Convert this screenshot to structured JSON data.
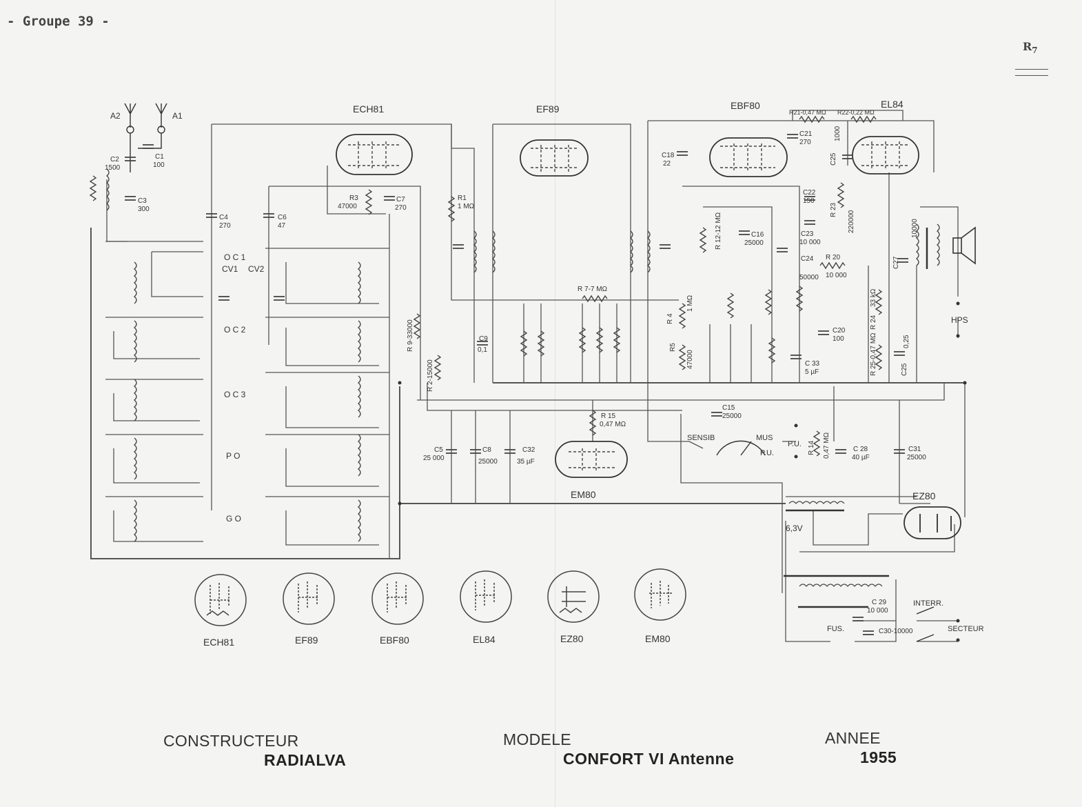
{
  "header": {
    "group": "- Groupe 39 -",
    "sheet_letter": "R",
    "sheet_number": "7"
  },
  "tubes": {
    "ech81": "ECH81",
    "ef89": "EF89",
    "ebf80": "EBF80",
    "el84": "EL84",
    "em80": "EM80",
    "ez80": "EZ80"
  },
  "labels": {
    "a1": "A1",
    "a2": "A2",
    "c1": "C1",
    "c1v": "100",
    "c2": "C2",
    "c2v": "1500",
    "c3": "C3",
    "c3v": "300",
    "c4": "C4",
    "c4v": "270",
    "c6": "C6",
    "c6v": "47",
    "c7": "C7",
    "c7v": "270",
    "r3": "R3",
    "r3v": "47000",
    "r1": "R1",
    "r1v": "1 MΩ",
    "c18": "C18",
    "c18v": "22",
    "c21": "C21",
    "c21v": "270",
    "r21": "R21-0,47 MΩ",
    "r22": "R22-0,22 MΩ",
    "c25": "C25",
    "c25v": "1000",
    "oc1": "O C 1",
    "cv1": "CV1",
    "cv2": "CV2",
    "oc2": "O C 2",
    "oc3": "O C 3",
    "po": "P O",
    "go": "G O",
    "r7": "R 7-7 MΩ",
    "c9": "C9",
    "c9v": "0,1",
    "r4": "R 4",
    "r4v": "1 MΩ",
    "r5": "R5",
    "r5v": "47000",
    "c16": "C16",
    "c16v": "25000",
    "r12": "R 12-12 MΩ",
    "c23": "C23",
    "c23v": "10 000",
    "c22": "C22",
    "c22v": "150",
    "r23": "R 23",
    "r23v": "220000",
    "c24": "C24",
    "c24v": "50000",
    "r20": "R 20",
    "r20v": "10 000",
    "c20": "C20",
    "c20v": "100",
    "c33": "C 33",
    "c33v": "5 µF",
    "c27": "C27",
    "c27v": "10000",
    "r24": "R 24",
    "r24v": "33 kΩ",
    "r25": "R 25-0,47 MΩ",
    "c25b": "C25",
    "c25bv": "0,25",
    "r9": "R 9-33000",
    "r2": "R 2-15000",
    "c15": "C15",
    "c15v": "25000",
    "r15": "R 15",
    "r15v": "0,47 MΩ",
    "sensib": "SENSIB",
    "mus": "MUS",
    "pu": "P.U.",
    "pu2": "P.U.",
    "r14": "R 14",
    "r14v": "0,47 MΩ",
    "c28": "C 28",
    "c28v": "40 µF",
    "c31": "C31",
    "c31v": "25000",
    "hps": "HPS",
    "c5": "C5",
    "c5v": "25 000",
    "c8": "C8",
    "c8v": "25000",
    "c32": "C32",
    "c32v": "35 µF",
    "v63": "6,3V",
    "c29": "C 29",
    "c29v": "10 000",
    "interr": "INTERR.",
    "fus": "FUS.",
    "c30": "C30-10000",
    "secteur": "SECTEUR"
  },
  "footer": {
    "constructeur_label": "CONSTRUCTEUR",
    "constructeur": "RADIALVA",
    "modele_label": "MODELE",
    "modele": "CONFORT VI Antenne",
    "annee_label": "ANNEE",
    "annee": "1955"
  }
}
